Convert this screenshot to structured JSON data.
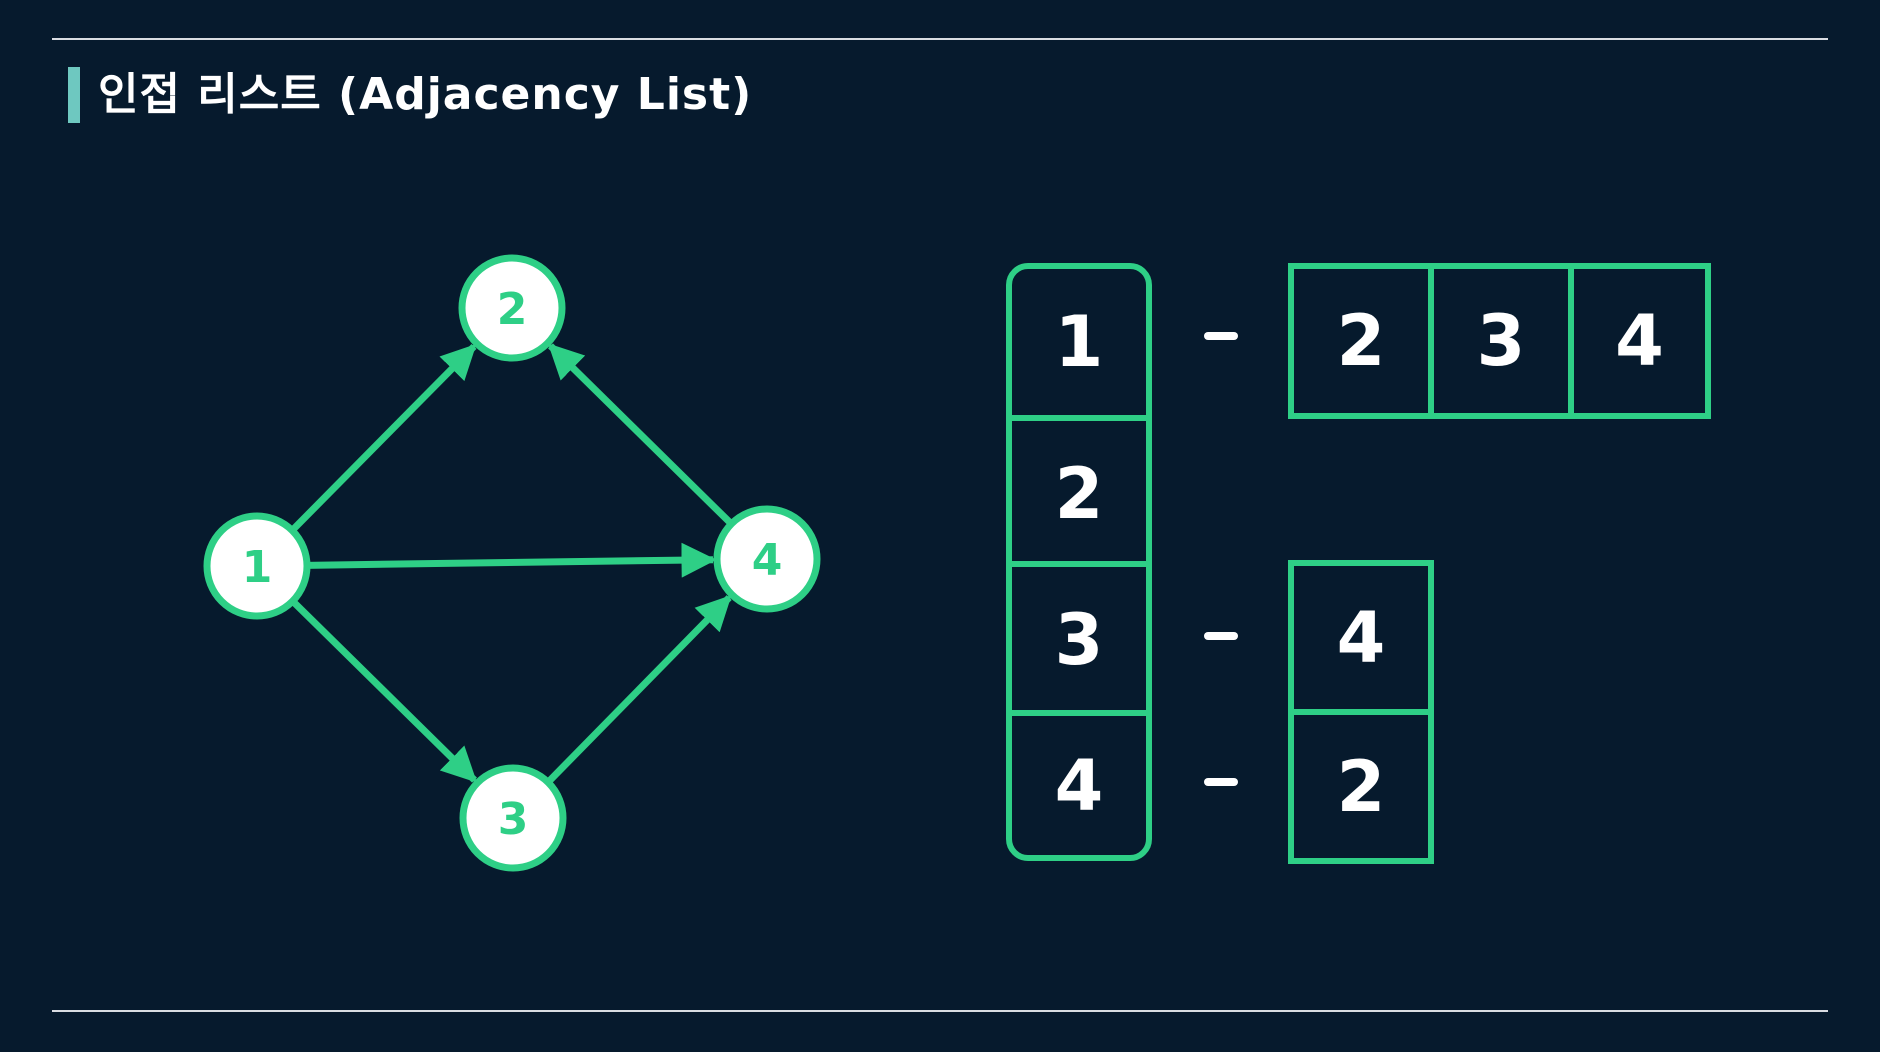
{
  "title": "인접 리스트 (Adjacency List)",
  "colors": {
    "background": "#061a2d",
    "accent": "#2ecf86",
    "title_bar": "#6ec8c0",
    "text": "#ffffff"
  },
  "graph": {
    "nodes": [
      "1",
      "2",
      "3",
      "4"
    ],
    "edges": [
      {
        "from": "1",
        "to": "2"
      },
      {
        "from": "1",
        "to": "3"
      },
      {
        "from": "1",
        "to": "4"
      },
      {
        "from": "3",
        "to": "4"
      },
      {
        "from": "4",
        "to": "2"
      }
    ]
  },
  "adjacency_list": {
    "heads": [
      "1",
      "2",
      "3",
      "4"
    ],
    "lists": {
      "1": [
        "2",
        "3",
        "4"
      ],
      "2": [],
      "3": [
        "4"
      ],
      "4": [
        "2"
      ]
    },
    "separator": "-"
  }
}
